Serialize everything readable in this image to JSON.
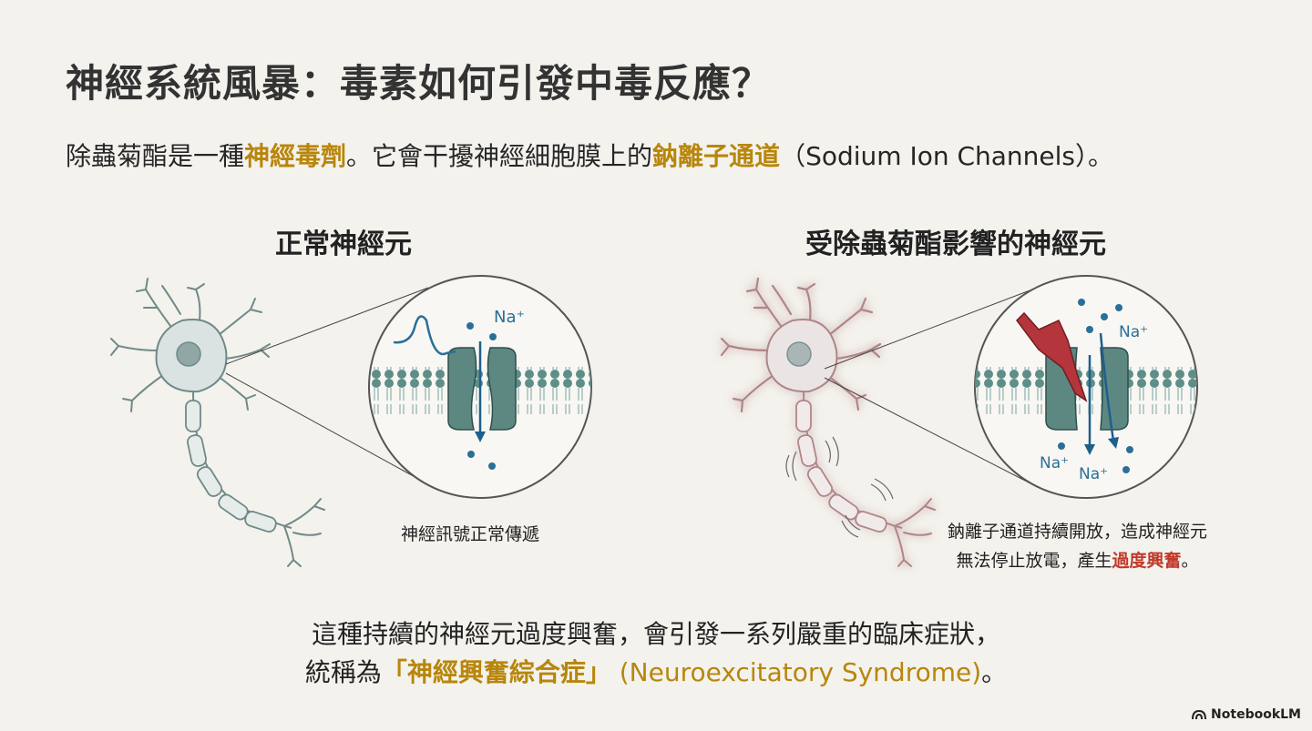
{
  "title": "神經系統風暴：毒素如何引發中毒反應？",
  "intro": {
    "part1": "除蟲菊酯是一種",
    "highlight1": "神經毒劑",
    "part2": "。它會干擾神經細胞膜上的",
    "highlight2": "鈉離子通道",
    "part3": "（Sodium Ion Channels）。"
  },
  "left_panel": {
    "title": "正常神經元",
    "ion_label": "Na⁺",
    "caption": "神經訊號正常傳遞"
  },
  "right_panel": {
    "title": "受除蟲菊酯影響的神經元",
    "ion_labels": [
      "Na⁺",
      "Na⁺",
      "Na⁺"
    ],
    "caption_line1": "鈉離子通道持續開放，造成神經元",
    "caption_line2_a": "無法停止放電，產生",
    "caption_line2_highlight": "過度興奮",
    "caption_line2_b": "。"
  },
  "summary": {
    "line1": "這種持續的神經元過度興奮，會引發一系列嚴重的臨床症狀，",
    "line2_a": "統稱為",
    "line2_highlight": "「神經興奮綜合症」",
    "line2_b": " (Neuroexcitatory Syndrome)",
    "line2_c": "。"
  },
  "brand": "NotebookLM",
  "colors": {
    "background": "#f4f2ed",
    "gold": "#b8860b",
    "red": "#c0392b",
    "teal": "#4f7f7a",
    "blue": "#2a6f97"
  }
}
